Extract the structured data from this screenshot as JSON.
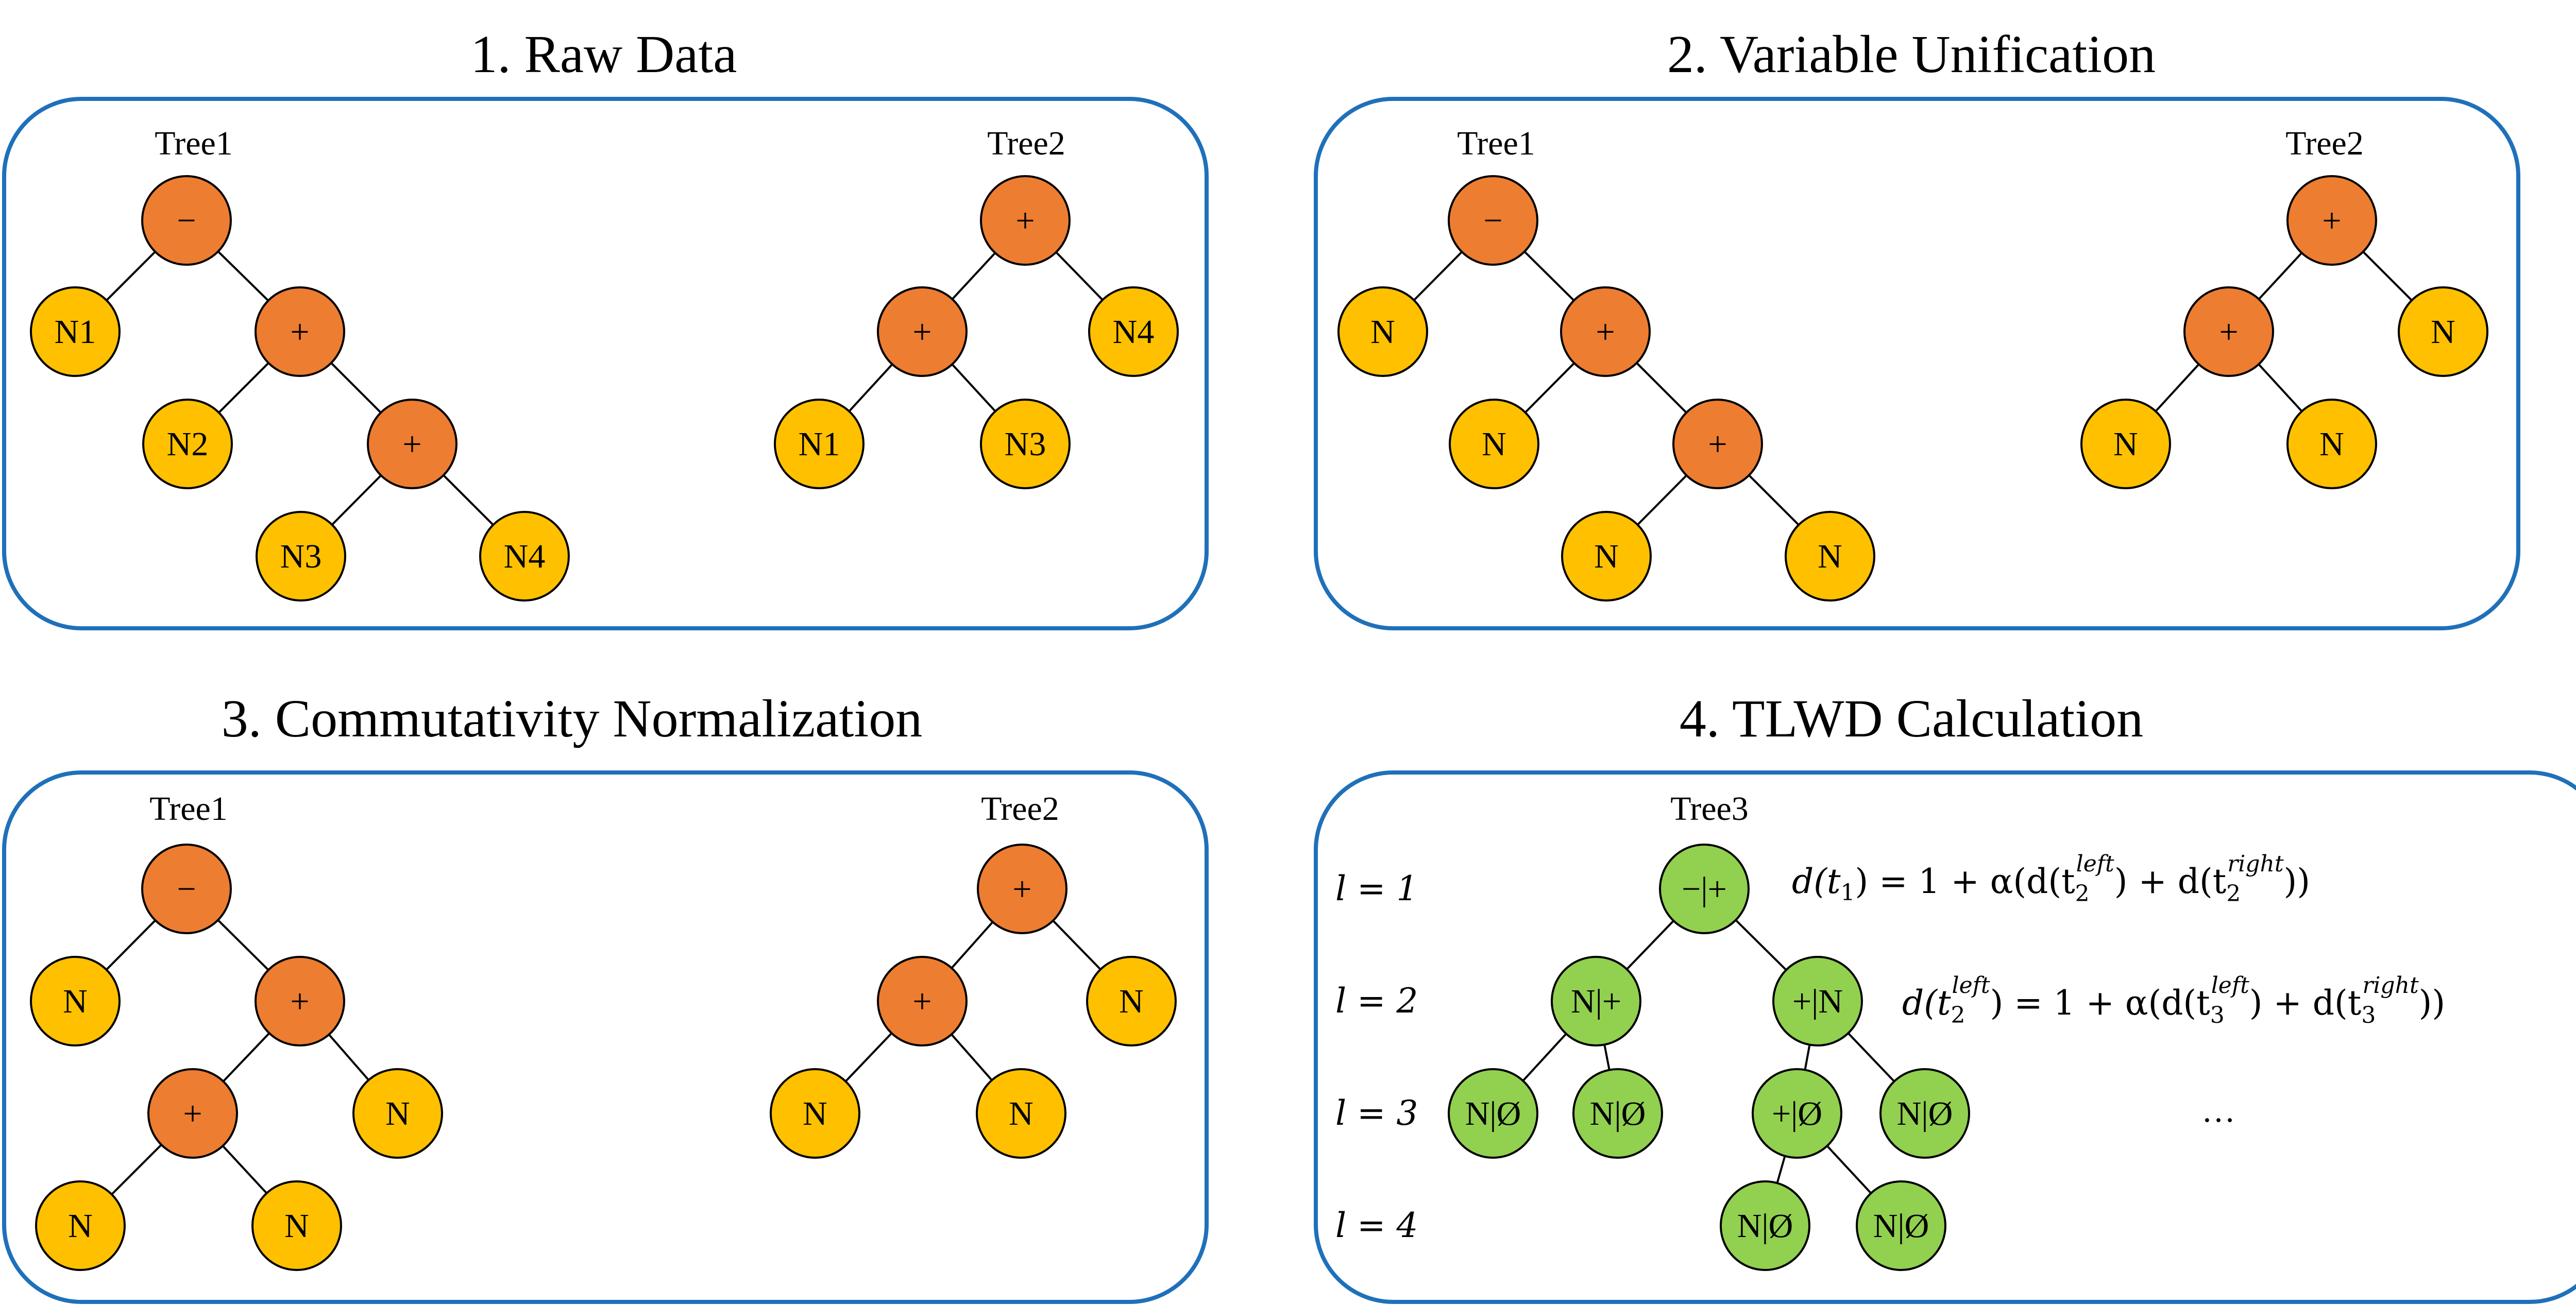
{
  "colors": {
    "orange": "#ED7D31",
    "yellow": "#FFC000",
    "green": "#92D050",
    "panel_border": "#1F70BA",
    "edge": "#000000"
  },
  "panels": [
    {
      "title": "1. Raw Data",
      "trees": [
        {
          "label": "Tree1",
          "nodes": [
            "−",
            "N1",
            "+",
            "N2",
            "+",
            "N3",
            "N4"
          ]
        },
        {
          "label": "Tree2",
          "nodes": [
            "+",
            "+",
            "N4",
            "N1",
            "N3"
          ]
        }
      ]
    },
    {
      "title": "2. Variable Unification",
      "trees": [
        {
          "label": "Tree1",
          "nodes": [
            "−",
            "N",
            "+",
            "N",
            "+",
            "N",
            "N"
          ]
        },
        {
          "label": "Tree2",
          "nodes": [
            "+",
            "+",
            "N",
            "N",
            "N"
          ]
        }
      ]
    },
    {
      "title": "3. Commutativity Normalization",
      "trees": [
        {
          "label": "Tree1",
          "nodes": [
            "−",
            "N",
            "+",
            "+",
            "N",
            "N",
            "N"
          ]
        },
        {
          "label": "Tree2",
          "nodes": [
            "+",
            "+",
            "N",
            "N",
            "N"
          ]
        }
      ]
    },
    {
      "title": "4. TLWD Calculation",
      "trees": [
        {
          "label": "Tree3",
          "nodes": [
            "−|+",
            "N|+",
            "+|N",
            "N|Ø",
            "N|Ø",
            "+|Ø",
            "N|Ø",
            "N|Ø",
            "N|Ø"
          ]
        }
      ],
      "levels": [
        "l = 1",
        "l = 2",
        "l = 3",
        "l = 4"
      ],
      "formula1": {
        "lhs": "d(t",
        "lhs_sub": "1",
        "mid": ") = 1 + α(d(t",
        "t1_sub": "2",
        "t1_sup": "left",
        "plus": ") + d(t",
        "t2_sub": "2",
        "t2_sup": "right",
        "end": "))"
      },
      "formula2": {
        "lhs": "d(t",
        "lhs_sub": "2",
        "lhs_sup": "left",
        "mid": ") = 1 + α(d(t",
        "t1_sub": "3",
        "t1_sup": "left",
        "plus": ") + d(t",
        "t2_sub": "3",
        "t2_sup": "right",
        "end": "))"
      },
      "ellipsis": "…"
    }
  ]
}
